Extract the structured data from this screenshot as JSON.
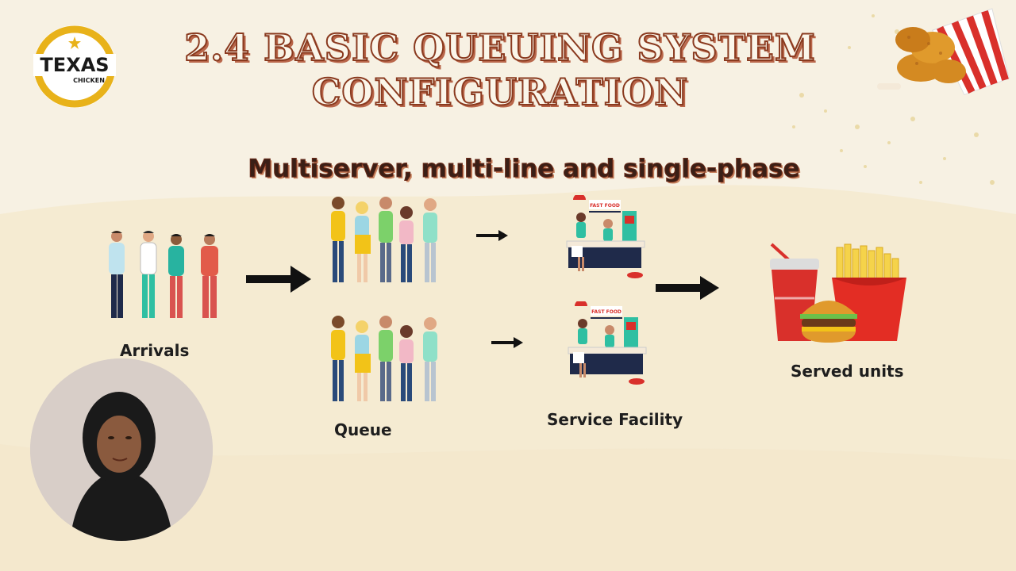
{
  "slide": {
    "title_line1": "2.4 BASIC QUEUING SYSTEM",
    "title_line2": "CONFIGURATION",
    "subtitle": "Multiserver, multi-line and single-phase"
  },
  "logo": {
    "brand": "TEXAS",
    "sub": "CHICKEN"
  },
  "stages": {
    "arrivals": "Arrivals",
    "queue": "Queue",
    "service": "Service Facility",
    "served": "Served units"
  },
  "counter": {
    "sign": "FAST FOOD"
  },
  "colors": {
    "background": "#f7f1e3",
    "title_outline": "#8a3a1f",
    "arrow": "#111111",
    "logo_ring": "#e8b21a"
  },
  "icons": [
    "texas-chicken-logo-icon",
    "fried-chicken-bucket-icon",
    "people-walking-icon",
    "queue-people-icon",
    "fast-food-counter-icon",
    "soda-fries-burger-icon",
    "arrow-right-icon"
  ]
}
